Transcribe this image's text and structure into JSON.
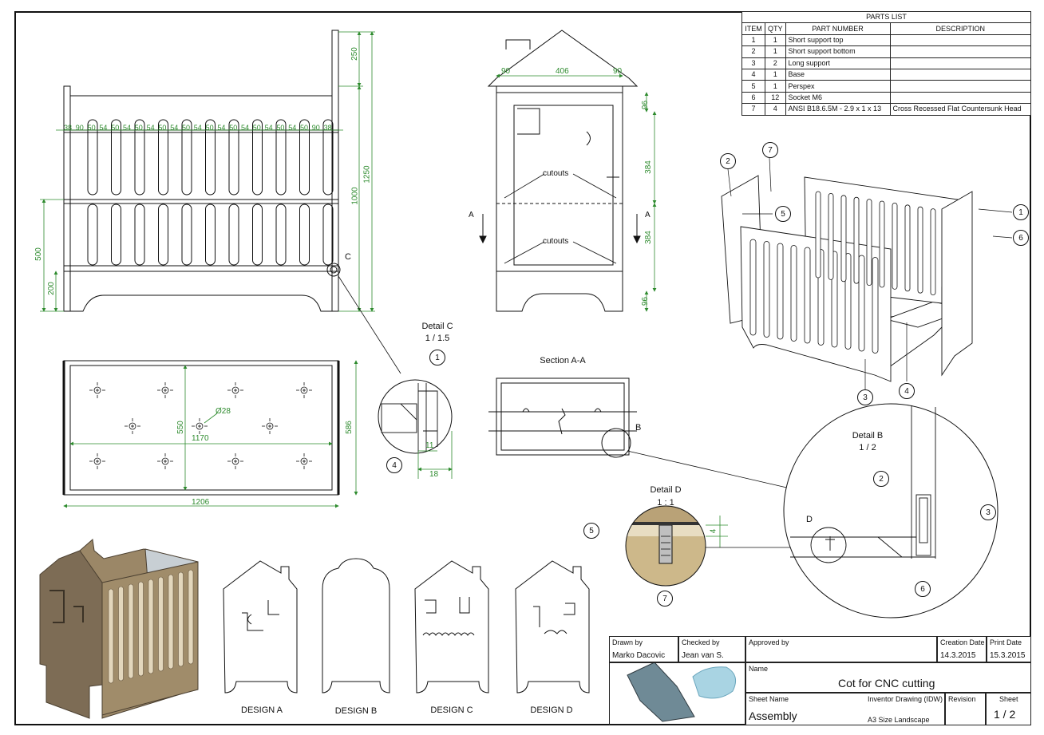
{
  "parts_list": {
    "title": "PARTS LIST",
    "headers": [
      "ITEM",
      "QTY",
      "PART NUMBER",
      "DESCRIPTION"
    ],
    "rows": [
      {
        "item": "1",
        "qty": "1",
        "part": "Short support top",
        "desc": ""
      },
      {
        "item": "2",
        "qty": "1",
        "part": "Short support bottom",
        "desc": ""
      },
      {
        "item": "3",
        "qty": "2",
        "part": "Long support",
        "desc": ""
      },
      {
        "item": "4",
        "qty": "1",
        "part": "Base",
        "desc": ""
      },
      {
        "item": "5",
        "qty": "1",
        "part": "Perspex",
        "desc": ""
      },
      {
        "item": "6",
        "qty": "12",
        "part": "Socket M6",
        "desc": ""
      },
      {
        "item": "7",
        "qty": "4",
        "part": "ANSI B18.6.5M - 2.9 x 1 x 13",
        "desc": "Cross Recessed Flat Countersunk Head"
      }
    ]
  },
  "front_view": {
    "slat_dims": [
      "38",
      "90",
      "50",
      "54",
      "50",
      "54",
      "50",
      "54",
      "50",
      "54",
      "50",
      "54",
      "50",
      "54",
      "50",
      "54",
      "50",
      "54",
      "50",
      "54",
      "50",
      "90",
      "38"
    ],
    "dim_250": "250",
    "dim_1250": "1250",
    "dim_1000": "1000",
    "dim_500": "500",
    "dim_200": "200",
    "callout_c": "C"
  },
  "side_view": {
    "dim_90_left": "90",
    "dim_406": "406",
    "dim_90_right": "90",
    "dim_96_top": "96",
    "dim_384_top": "384",
    "dim_384_bottom": "384",
    "dim_96_bottom": "96",
    "cutouts_1": "cutouts",
    "cutouts_2": "cutouts",
    "section_a_left": "A",
    "section_a_right": "A"
  },
  "top_view": {
    "dim_550": "550",
    "dim_1170": "1170",
    "dim_586": "586",
    "dim_1206": "1206",
    "dim_dia": "Ø28"
  },
  "detail_c": {
    "title": "Detail C",
    "scale": "1 / 1.5",
    "dim_11": "11",
    "dim_18": "18",
    "balloon_1": "1",
    "balloon_4": "4"
  },
  "section_aa": {
    "title": "Section A-A",
    "callout_b": "B"
  },
  "detail_b": {
    "title": "Detail B",
    "scale": "1 / 2",
    "callout_d": "D",
    "balloon_2": "2",
    "balloon_3": "3",
    "balloon_6": "6"
  },
  "detail_d": {
    "title": "Detail D",
    "scale": "1 : 1",
    "dim_4": "4",
    "balloon_5": "5",
    "balloon_7": "7"
  },
  "iso_view": {
    "balloons": [
      "2",
      "7",
      "5",
      "1",
      "6",
      "3",
      "4"
    ]
  },
  "designs": [
    "DESIGN A",
    "DESIGN B",
    "DESIGN C",
    "DESIGN D"
  ],
  "title_block": {
    "drawn_by_label": "Drawn by",
    "drawn_by": "Marko Dacovic",
    "checked_by_label": "Checked by",
    "checked_by": "Jean van S.",
    "approved_by_label": "Approved by",
    "creation_date_label": "Creation Date",
    "creation_date": "14.3.2015",
    "print_date_label": "Print Date",
    "print_date": "15.3.2015",
    "name_label": "Name",
    "name": "Cot for CNC cutting",
    "sheet_name_label": "Sheet Name",
    "sheet_name": "Assembly",
    "doc_type": "Inventor Drawing (IDW)",
    "paper": "A3 Size Landscape",
    "revision_label": "Revision",
    "sheet_label": "Sheet",
    "sheet": "1 / 2"
  },
  "colors": {
    "dimension": "#2e8b2e",
    "line": "#111111",
    "wood": "#8b7a5c",
    "wood_light": "#cdb88a"
  }
}
